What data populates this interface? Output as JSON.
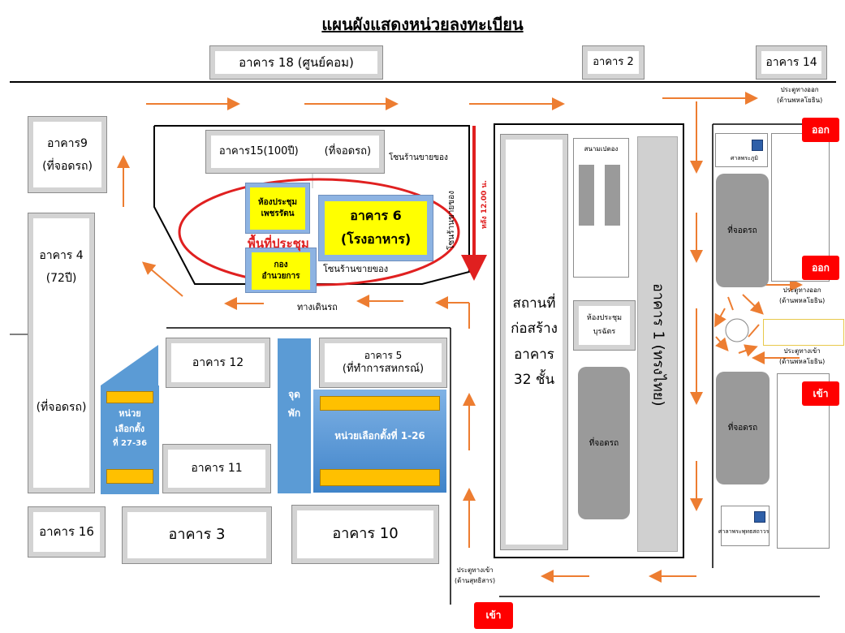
{
  "title": "แผนผังแสดงหน่วยลงทะเบียน",
  "buildings": {
    "b18": "อาคาร 18 (ศูนย์คอม)",
    "b2": "อาคาร 2",
    "b14": "อาคาร 14",
    "b9_l1": "อาคาร9",
    "b9_l2": "(ที่จอดรถ)",
    "b15_a": "อาคาร15(100ปี)",
    "b15_b": "(ที่จอดรถ)",
    "b4_l1": "อาคาร 4",
    "b4_l2": "(72ปี)",
    "b4_parking": "(ที่จอดรถ)",
    "b12": "อาคาร 12",
    "b5_l1": "อาคาร 5",
    "b5_l2": "(ที่ทำการสหกรณ์)",
    "b11": "อาคาร 11",
    "b16": "อาคาร 16",
    "b3": "อาคาร 3",
    "b10": "อาคาร 10",
    "b1": "อาคาร 1 (ทรงไทย)"
  },
  "meeting": {
    "room_phet_l1": "ห้องประชุม",
    "room_phet_l2": "เพชรรัตน",
    "b6_l1": "อาคาร 6",
    "b6_l2": "(โรงอาหาร)",
    "kong_l1": "กอง",
    "kong_l2": "อำนวยการ",
    "area_label": "พื้นที่ประชุม"
  },
  "labels": {
    "shop_zone_top": "โซนร้านขายของ",
    "shop_zone_bottom": "โซนร้านขายของ",
    "shop_zone_vertical": "โซนร้านขายของ",
    "walkway": "ทางเดินรถ",
    "after_12": "หลัง 12.00 น.",
    "construction_l1": "สถานที่",
    "construction_l2": "ก่อสร้าง",
    "construction_l3": "อาคาร",
    "construction_l4": "32 ชั้น",
    "field": "สนามเปตอง",
    "room_burachat_l1": "ห้องประชุม",
    "room_burachat_l2": "บุรฉัตร",
    "parking": "ที่จอดรถ",
    "rest_l1": "จุด",
    "rest_l2": "พัก",
    "shrine_top": "ศาลพระภูมิ",
    "shrine_bottom": "ศาลาพระพุทธสถาวร",
    "gate_out_top_l1": "ประตูทางออก",
    "gate_out_top_l2": "(ด้านพหลโยธิน)",
    "gate_out_mid_l1": "ประตูทางออก",
    "gate_out_mid_l2": "(ด้านพหลโยธิน)",
    "gate_in_l1": "ประตูทางเข้า",
    "gate_in_l2": "(ด้านพหลโยธิน)",
    "gate_in_bottom_l1": "ประตูทางเข้า",
    "gate_in_bottom_l2": "(ด้านสุทธิสาร)"
  },
  "units": {
    "unit_27_l1": "หน่วย",
    "unit_27_l2": "เลือกตั้ง",
    "unit_27_l3": "ที่ 27-36",
    "unit_1_26": "หน่วยเลือกตั้งที่  1-26"
  },
  "badges": {
    "out1": "ออก",
    "out2": "ออก",
    "in1": "เข้า",
    "in2": "เข้า"
  },
  "colors": {
    "arrow": "#ed7d31",
    "highlight": "#ffff00",
    "unit_blue": "#5b9bd5",
    "badge_red": "#ff0000",
    "area_ring": "#e02020"
  }
}
